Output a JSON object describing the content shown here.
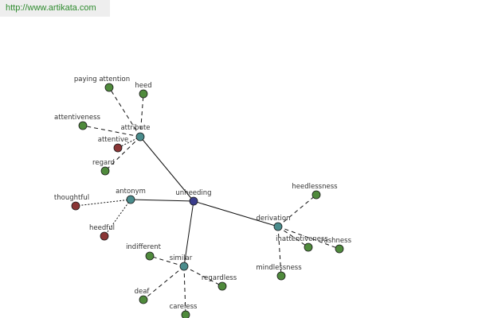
{
  "header": {
    "url": "http://www.artikata.com"
  },
  "colors": {
    "center": "#3a3d8c",
    "relation": "#4a8c8c",
    "related": "#4f8a3c",
    "antonym_word": "#8a3535",
    "edge": "#111111",
    "banner_bg": "#eeeeee",
    "url_text": "#2e8b2e"
  },
  "graph": {
    "center": "unheeding",
    "relations": [
      {
        "id": "attribute",
        "label": "attribute",
        "words": [
          {
            "id": "paying-attention",
            "label": "paying attention",
            "kind": "related"
          },
          {
            "id": "heed",
            "label": "heed",
            "kind": "related"
          },
          {
            "id": "attentiveness",
            "label": "attentiveness",
            "kind": "related"
          },
          {
            "id": "attentive",
            "label": "attentive",
            "kind": "antonym"
          },
          {
            "id": "regard",
            "label": "regard",
            "kind": "related"
          }
        ]
      },
      {
        "id": "antonym",
        "label": "antonym",
        "words": [
          {
            "id": "thoughtful",
            "label": "thoughtful",
            "kind": "antonym"
          },
          {
            "id": "heedful",
            "label": "heedful",
            "kind": "antonym"
          }
        ]
      },
      {
        "id": "similar",
        "label": "similar",
        "words": [
          {
            "id": "indifferent",
            "label": "indifferent",
            "kind": "related"
          },
          {
            "id": "deaf",
            "label": "deaf",
            "kind": "related"
          },
          {
            "id": "careless",
            "label": "careless",
            "kind": "related"
          },
          {
            "id": "regardless",
            "label": "regardless",
            "kind": "related"
          }
        ]
      },
      {
        "id": "derivation",
        "label": "derivation",
        "words": [
          {
            "id": "heedlessness",
            "label": "heedlessness",
            "kind": "related"
          },
          {
            "id": "inattentiveness",
            "label": "inattentiveness",
            "kind": "related"
          },
          {
            "id": "rashness",
            "label": "rashness",
            "kind": "related"
          },
          {
            "id": "mindlessness",
            "label": "mindlessness",
            "kind": "related"
          }
        ]
      }
    ]
  }
}
